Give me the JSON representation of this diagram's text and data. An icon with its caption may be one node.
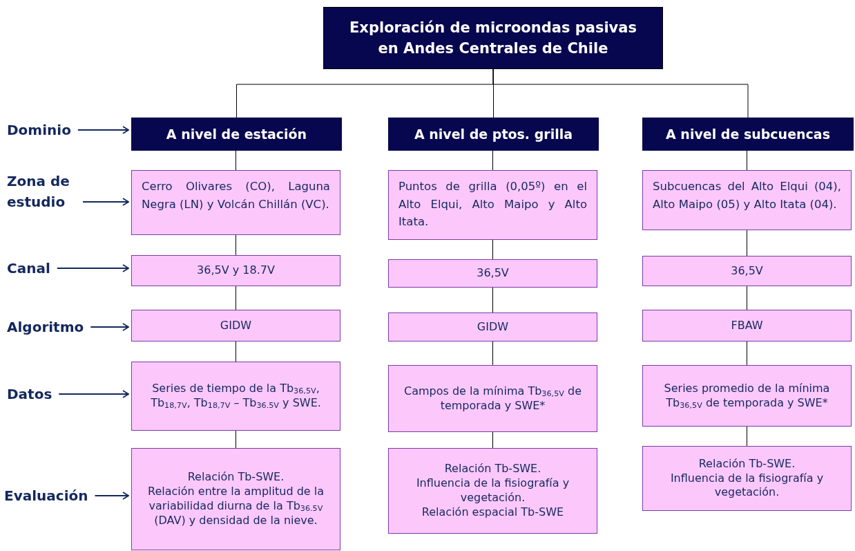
{
  "diagram": {
    "nodes": [
      {
        "text": [
          "Exploración de microondas pasivas en Andes Centrales de Chile"
        ]
      },
      {
        "text": [
          "Dominio"
        ]
      },
      {
        "text": [
          "Zona de estudio"
        ]
      },
      {
        "text": [
          "Canal"
        ]
      },
      {
        "text": [
          "Algoritmo"
        ]
      },
      {
        "text": [
          "Datos"
        ]
      },
      {
        "text": [
          "Evaluación"
        ]
      },
      {
        "text": [
          "A nivel de estación"
        ]
      },
      {
        "text": [
          "Cerro Olivares (CO), Laguna Negra (LN) y Volcán Chillán (VC)."
        ]
      },
      {
        "text": [
          "36,5V y 18.7V"
        ]
      },
      {
        "text": [
          "GIDW"
        ]
      },
      {
        "text": [
          "Series de tiempo de la Tb$_{36,5V}$, Tb$_{18,7V}$, Tb$_{18,7V}$ – Tb$_{36.5V}$ y SWE."
        ]
      },
      {
        "text": [
          "Relación Tb-SWE.",
          "Relación entre la amplitud de la variabilidad diurna de la Tb$_{36.5V}$ (DAV) y densidad de la nieve."
        ]
      },
      {
        "text": [
          "A nivel de ptos. grilla"
        ]
      },
      {
        "text": [
          "Puntos de grilla (0,05º) en el Alto Elqui, Alto Maipo y Alto Itata."
        ]
      },
      {
        "text": [
          "36,5V"
        ]
      },
      {
        "text": [
          "GIDW"
        ]
      },
      {
        "text": [
          "Campos de la mínima Tb$_{36,5V}$ de temporada y SWE*"
        ]
      },
      {
        "text": [
          "Relación Tb-SWE.",
          "Influencia de la fisiografía y vegetación.",
          "Relación espacial Tb-SWE"
        ]
      },
      {
        "text": [
          "A nivel de subcuencas"
        ]
      },
      {
        "text": [
          "Subcuencas del Alto Elqui (04), Alto Maipo (05) y Alto Itata (04)."
        ]
      },
      {
        "text": [
          "36,5V"
        ]
      },
      {
        "text": [
          "FBAW"
        ]
      },
      {
        "text": [
          "Series promedio de la mínima Tb$_{36,5V}$ de temporada y SWE*"
        ]
      },
      {
        "text": [
          "Relación Tb-SWE.",
          "Influencia de la fisiografía y vegetación."
        ]
      }
    ],
    "edges": [
      {
        "from": 0,
        "to": 7,
        "arrow": "none"
      },
      {
        "from": 0,
        "to": 13,
        "arrow": "none"
      },
      {
        "from": 0,
        "to": 19,
        "arrow": "none"
      },
      {
        "from": 7,
        "to": 8,
        "arrow": "none"
      },
      {
        "from": 8,
        "to": 9,
        "arrow": "none"
      },
      {
        "from": 9,
        "to": 10,
        "arrow": "none"
      },
      {
        "from": 10,
        "to": 11,
        "arrow": "none"
      },
      {
        "from": 11,
        "to": 12,
        "arrow": "none"
      },
      {
        "from": 13,
        "to": 14,
        "arrow": "none"
      },
      {
        "from": 14,
        "to": 15,
        "arrow": "none"
      },
      {
        "from": 15,
        "to": 16,
        "arrow": "none"
      },
      {
        "from": 16,
        "to": 17,
        "arrow": "none"
      },
      {
        "from": 17,
        "to": 18,
        "arrow": "none"
      },
      {
        "from": 19,
        "to": 20,
        "arrow": "none"
      },
      {
        "from": 20,
        "to": 21,
        "arrow": "none"
      },
      {
        "from": 21,
        "to": 22,
        "arrow": "none"
      },
      {
        "from": 22,
        "to": 23,
        "arrow": "none"
      },
      {
        "from": 23,
        "to": 24,
        "arrow": "none"
      },
      {
        "from": 1,
        "to": 7,
        "arrow": "to",
        "color": "#14285e"
      },
      {
        "from": 2,
        "to": 8,
        "arrow": "to",
        "color": "#14285e"
      },
      {
        "from": 3,
        "to": 9,
        "arrow": "to",
        "color": "#14285e"
      },
      {
        "from": 4,
        "to": 10,
        "arrow": "to",
        "color": "#14285e"
      },
      {
        "from": 5,
        "to": 11,
        "arrow": "to",
        "color": "#14285e"
      },
      {
        "from": 6,
        "to": 12,
        "arrow": "to",
        "color": "#14285e"
      }
    ]
  }
}
